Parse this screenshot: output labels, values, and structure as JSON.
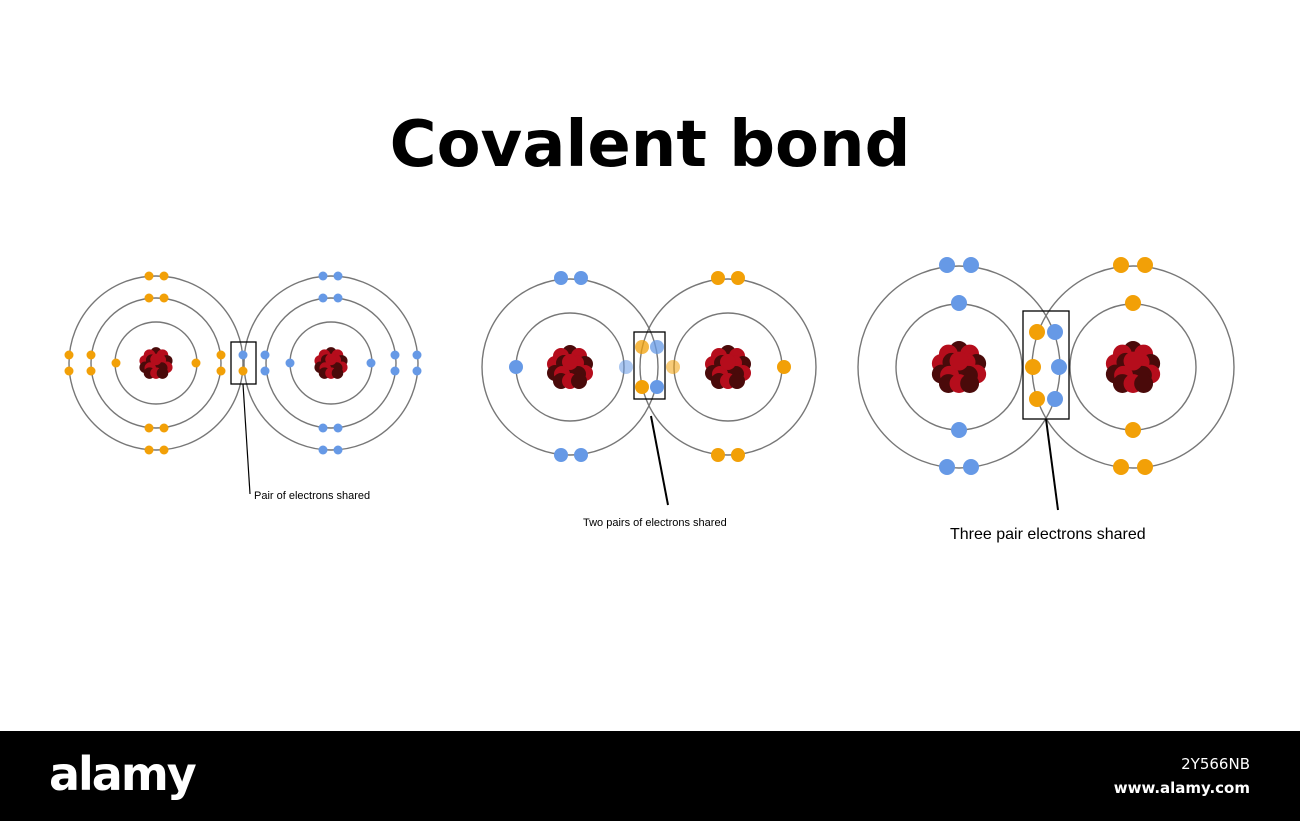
{
  "title": "Covalent bond",
  "colors": {
    "electron_orange": "#f2a007",
    "electron_blue": "#6699e6",
    "shell": "#777777",
    "nucleus_red": "#b50d1c",
    "nucleus_dark": "#4a0a0a"
  },
  "diagrams": [
    {
      "label": "Pair of electrons shared"
    },
    {
      "label": "Two pairs of electrons shared"
    },
    {
      "label": "Three pair electrons shared"
    }
  ],
  "footer": {
    "brand": "alamy",
    "image_id": "2Y566NB",
    "site": "www.alamy.com"
  }
}
